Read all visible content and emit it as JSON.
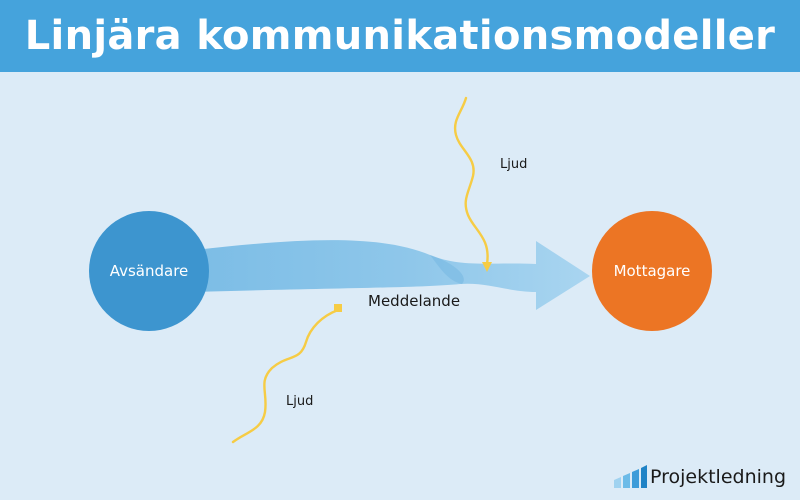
{
  "title": "Linjära kommunikationsmodeller",
  "nodes": {
    "sender": "Avsändare",
    "receiver": "Mottagare"
  },
  "message_label": "Meddelande",
  "noise": {
    "top_label": "Ljud",
    "bottom_label": "Ljud"
  },
  "brand": {
    "name": "Projektledning",
    "logo": "bar-chart-icon"
  },
  "colors": {
    "title_bar": "#45a3dc",
    "background": "#dcebf7",
    "sender": "#3d95cf",
    "receiver": "#ec7524",
    "arrow": "#9ccfec",
    "noise": "#f6cc45"
  }
}
